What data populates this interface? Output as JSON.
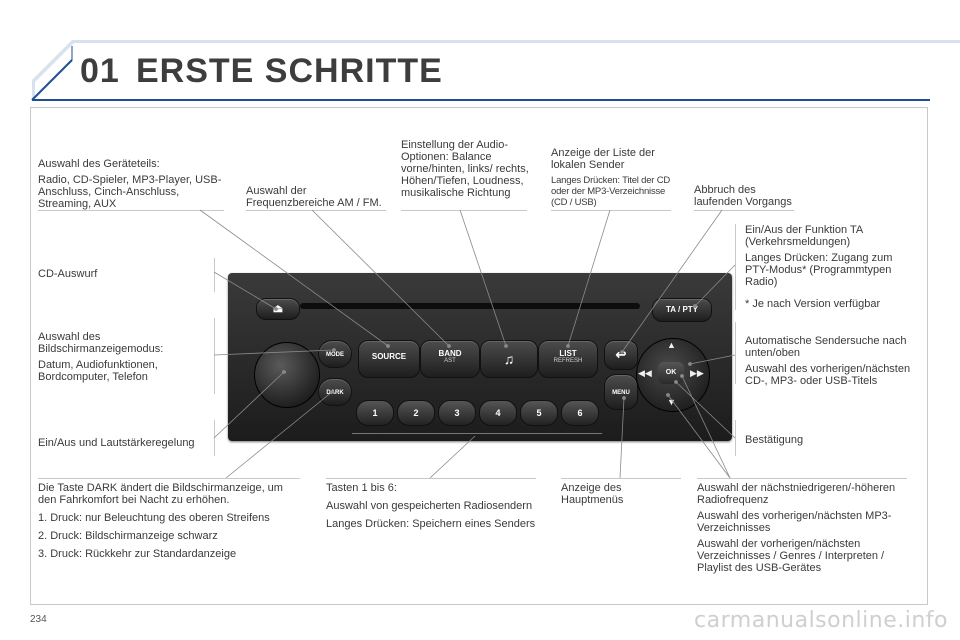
{
  "header": {
    "chapter_number": "01",
    "chapter_title": "ERSTE SCHRITTE"
  },
  "labels": {
    "source_title": "Auswahl des Geräteteils:",
    "source_body": "Radio, CD-Spieler, MP3-Player, USB-Anschluss, Cinch-Anschluss, Streaming, AUX",
    "band": "Auswahl der Frequenzbereiche AM / FM.",
    "audio": "Einstellung der Audio-Optionen: Balance vorne/hinten, links/ rechts, Höhen/Tiefen, Loudness, musikalische Richtung",
    "list_title": "Anzeige der Liste der lokalen Sender",
    "list_long": "Langes Drücken: Titel der CD oder der MP3-Verzeichnisse (CD / USB)",
    "abort": "Abbruch des laufenden Vorgangs",
    "ta_title": "Ein/Aus der Funktion TA (Verkehrsmeldungen)",
    "ta_long": "Langes Drücken: Zugang zum PTY-Modus* (Programmtypen Radio)",
    "ta_note": "* Je nach Version verfügbar",
    "eject": "CD-Auswurf",
    "mode_title": "Auswahl des Bildschirmanzeigemodus:",
    "mode_body": "Datum, Audiofunktionen, Bordcomputer, Telefon",
    "auto_search": "Automatische Sendersuche nach unten/oben",
    "track": "Auswahl des vorherigen/nächsten CD-, MP3- oder USB-Titels",
    "volume": "Ein/Aus und Lautstärkeregelung",
    "confirm": "Bestätigung",
    "dark_title": "Die Taste DARK ändert die Bildschirmanzeige, um den Fahrkomfort bei Nacht zu erhöhen.",
    "dark_1": "1. Druck: nur Beleuchtung des oberen Streifens",
    "dark_2": "2. Druck: Bildschirmanzeige schwarz",
    "dark_3": "3. Druck: Rückkehr zur Standardanzeige",
    "presets_title": "Tasten 1 bis 6:",
    "presets_body": "Auswahl von gespeicherten Radiosendern",
    "presets_long": "Langes Drücken: Speichern eines Senders",
    "menu": "Anzeige des Hauptmenüs",
    "freq": "Auswahl der nächstniedrigeren/-höheren Radiofrequenz",
    "folder_next": "Auswahl des vorherigen/nächsten MP3-Verzeichnisses",
    "folder_prev": "Auswahl der vorherigen/nächsten Verzeichnisses / Genres / Interpreten / Playlist des USB-Gerätes"
  },
  "radio": {
    "source": "SOURCE",
    "band": "BAND",
    "band_sub": "AST",
    "music_icon": "♫",
    "list": "LIST",
    "list_sub": "REFRESH",
    "back_icon": "↩",
    "ta_pty": "TA / PTY",
    "mode": "MODE",
    "dark": "DARK",
    "menu": "MENU",
    "ok": "OK",
    "eject_icon": "⏏",
    "presets": [
      "1",
      "2",
      "3",
      "4",
      "5",
      "6"
    ],
    "nav_up": "▲",
    "nav_down": "▼",
    "nav_left": "◀◀",
    "nav_right": "▶▶"
  },
  "footer": {
    "page_number": "234",
    "watermark": "carmanualsonline.info"
  },
  "colors": {
    "accent_header": "#1f4f8f",
    "body_text": "#3a3a3a",
    "radio_body": "#262626"
  }
}
